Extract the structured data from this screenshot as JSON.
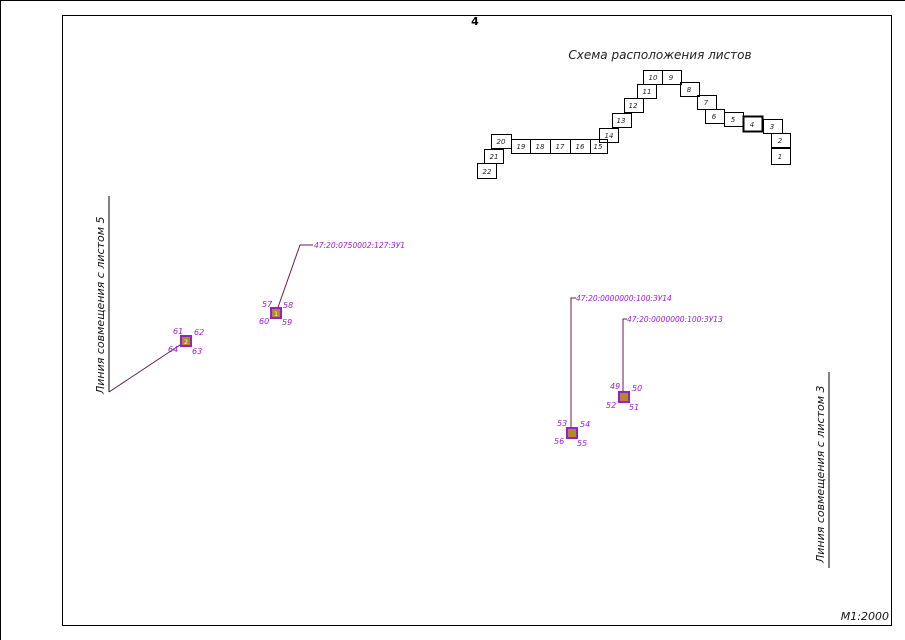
{
  "sheet": {
    "page_number": "4",
    "scale_label": "M1:2000",
    "scheme_title": "Схема расположения листов",
    "join_left": "Линия совмещения с листом 5",
    "join_right": "Линия совмещения с листом 3",
    "current_sheet": "4",
    "sheet_labels": [
      "10",
      "9",
      "11",
      "8",
      "12",
      "7",
      "13",
      "6",
      "5",
      "4",
      "3",
      "14",
      "2",
      "20",
      "19",
      "18",
      "17",
      "16",
      "15",
      "1",
      "21",
      "22"
    ]
  },
  "parcels": [
    {
      "cadastral_label": "47:20:0750002:127:ЗУ1",
      "zone_label": "1",
      "points": [
        "57",
        "58",
        "60",
        "59"
      ]
    },
    {
      "cadastral_label": "",
      "zone_label": "2",
      "points": [
        "61",
        "62",
        "64",
        "63"
      ]
    },
    {
      "cadastral_label": "47:20:0000000:100:ЗУ14",
      "zone_label": "",
      "points": [
        "53",
        "54",
        "56",
        "55"
      ]
    },
    {
      "cadastral_label": "47:20:0000000:100:ЗУ13",
      "zone_label": "",
      "points": [
        "49",
        "50",
        "52",
        "51"
      ]
    }
  ],
  "colors": {
    "line": "#000000",
    "parcel": "#9b1fc7",
    "leader": "#6b1a4a",
    "fill": "#b28a2e"
  }
}
